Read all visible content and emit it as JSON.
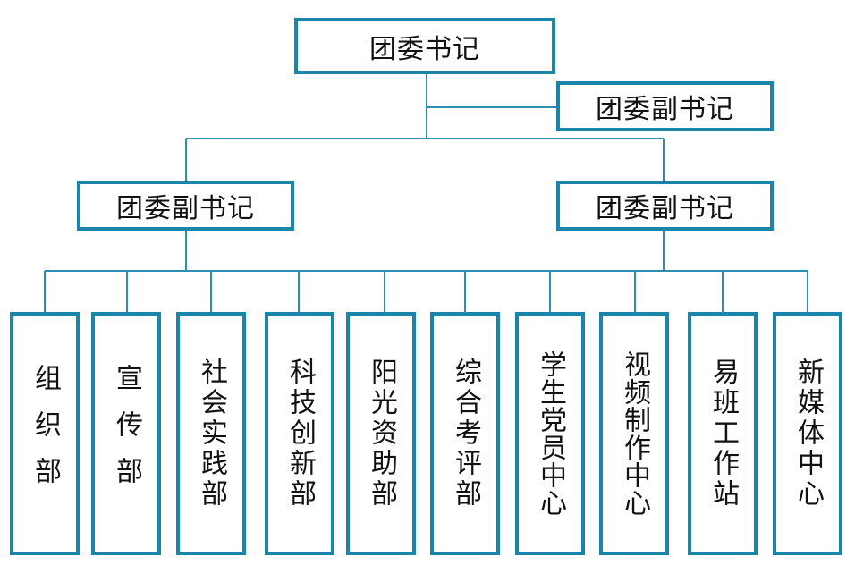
{
  "colors": {
    "box_border": "#1a85a8",
    "connector": "#2a8fb0"
  },
  "chart": {
    "top": "团委书记",
    "assistant": "团委副书记",
    "deputy_left": "团委副书记",
    "deputy_right": "团委副书记",
    "departments": [
      "组织部",
      "宣传部",
      "社会实践部",
      "科技创新部",
      "阳光资助部",
      "综合考评部",
      "学生党员中心",
      "视频制作中心",
      "易班工作站",
      "新媒体中心"
    ]
  }
}
